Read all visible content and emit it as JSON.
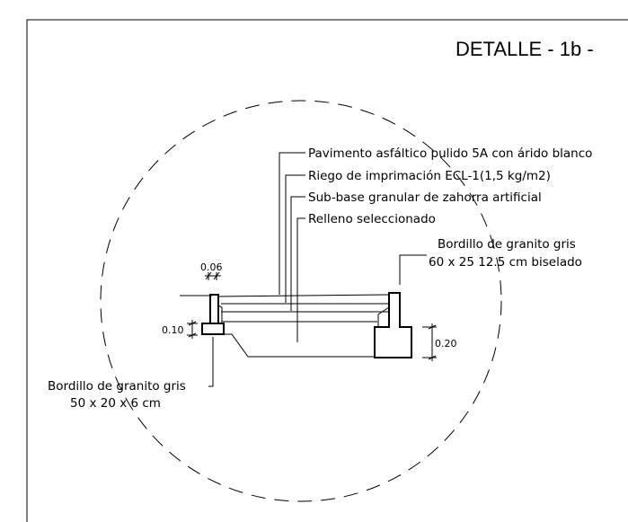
{
  "title": "DETALLE - 1b -",
  "labels": {
    "pavimento": "Pavimento asfáltico pulido 5A con árido blanco",
    "riego": "Riego de imprimación ECL-1(1,5 kg/m2)",
    "subbase": "Sub-base granular de zahorra artificial",
    "relleno": "Relleno seleccionado",
    "bordillo_grande_l1": "Bordillo de granito gris",
    "bordillo_grande_l2": "60 x 25 12.5 cm biselado",
    "bordillo_pequeno_l1": "Bordillo de granito gris",
    "bordillo_pequeno_l2": "50 x 20 x 6 cm"
  },
  "dimensions": {
    "width_small": "0.06",
    "height_small": "0.10",
    "height_large": "0.20"
  }
}
